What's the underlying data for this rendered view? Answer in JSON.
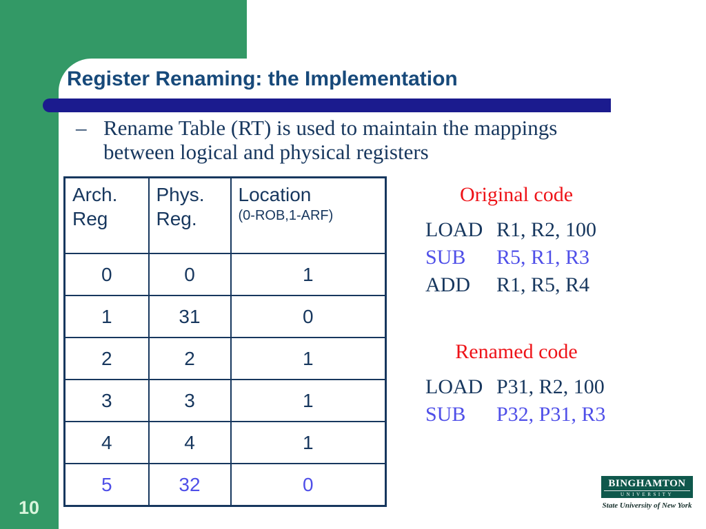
{
  "slide": {
    "title": "Register Renaming: the Implementation",
    "page_number": "10"
  },
  "bullet": {
    "marker": "–",
    "text": "Rename Table (RT) is used to maintain the mappings between logical and physical registers"
  },
  "rename_table": {
    "headers": [
      {
        "line1": "Arch.",
        "line2": "Reg"
      },
      {
        "line1": "Phys.",
        "line2": "Reg."
      },
      {
        "line1": "Location",
        "line2": "(0-ROB,1-ARF)"
      }
    ],
    "rows": [
      [
        "0",
        "0",
        "1"
      ],
      [
        "1",
        "31",
        "0"
      ],
      [
        "2",
        "2",
        "1"
      ],
      [
        "3",
        "3",
        "1"
      ],
      [
        "4",
        "4",
        "1"
      ],
      [
        "5",
        "32",
        "0"
      ]
    ],
    "highlight_row_index": 5
  },
  "code_sections": {
    "original": {
      "heading": "Original code",
      "lines": [
        {
          "op": "LOAD",
          "args": "R1, R2, 100",
          "highlight": false
        },
        {
          "op": "SUB",
          "args": "R5, R1, R3",
          "highlight": true
        },
        {
          "op": "ADD",
          "args": "R1, R5, R4",
          "highlight": false
        }
      ]
    },
    "renamed": {
      "heading": "Renamed code",
      "lines": [
        {
          "op": "LOAD",
          "args": "P31, R2, 100",
          "highlight": false
        },
        {
          "op": "SUB",
          "args": "P32, P31, R3",
          "highlight": true
        }
      ]
    }
  },
  "logo": {
    "name": "BINGHAMTON",
    "subname": "UNIVERSITY",
    "tagline": "State University of New York"
  },
  "colors": {
    "sidebar_green": "#339966",
    "title_bar_navy": "#1B1B8E",
    "title_blue": "#17497A",
    "body_navy": "#17375E",
    "highlight_violet": "#4F4FE8",
    "heading_red": "#EE1318",
    "page_number_green": "#D9F5DC",
    "logo_teal": "#0F584C"
  }
}
